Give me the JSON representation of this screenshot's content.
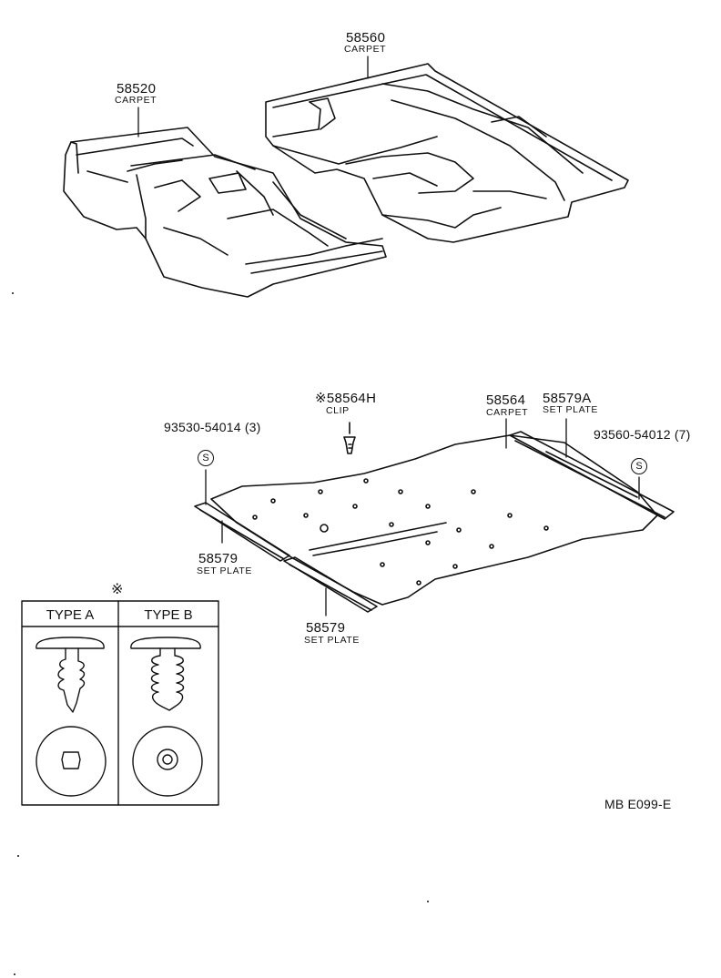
{
  "parts": {
    "carpet_rear": {
      "number": "58560",
      "name": "CARPET"
    },
    "carpet_front": {
      "number": "58520",
      "name": "CARPET"
    },
    "clip": {
      "number": "※58564H",
      "name": "CLIP"
    },
    "screw_left": {
      "number": "93530-54014 (3)",
      "symbol": "S"
    },
    "carpet_floor": {
      "number": "58564",
      "name": "CARPET"
    },
    "set_plate_a": {
      "number": "58579A",
      "name": "SET PLATE"
    },
    "screw_right": {
      "number": "93560-54012 (7)",
      "symbol": "S"
    },
    "set_plate_left": {
      "number": "58579",
      "name": "SET PLATE"
    },
    "set_plate_center": {
      "number": "58579",
      "name": "SET PLATE"
    }
  },
  "clip_types": {
    "note_symbol": "※",
    "type_a": "TYPE A",
    "type_b": "TYPE B"
  },
  "figure_code": "MB E099-E"
}
